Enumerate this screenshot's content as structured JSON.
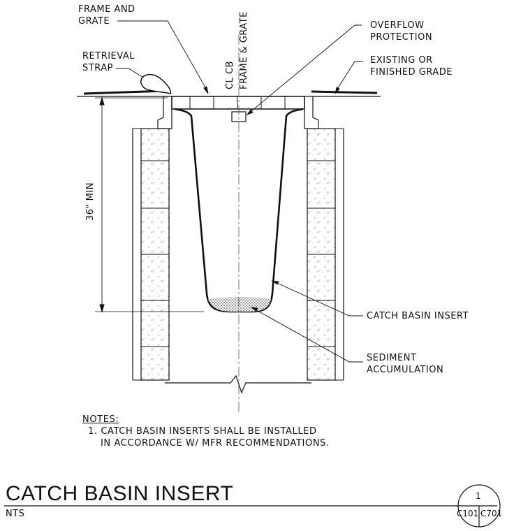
{
  "labels": {
    "frame_grate": [
      "FRAME AND",
      "GRATE"
    ],
    "retrieval_strap": [
      "RETRIEVAL",
      "STRAP"
    ],
    "overflow": [
      "OVERFLOW",
      "PROTECTION"
    ],
    "existing_grade": [
      "EXISTING OR",
      "FINISHED GRADE"
    ],
    "centerline": [
      "CL CB",
      "FRAME & GRATE"
    ],
    "depth": "36\" MIN",
    "insert": "CATCH BASIN INSERT",
    "sediment": [
      "SEDIMENT",
      "ACCUMULATION"
    ]
  },
  "notes": {
    "heading": "NOTES:",
    "line1": "1. CATCH BASIN INSERTS SHALL BE INSTALLED",
    "line2": "IN ACCORDANCE W/ MFR RECOMMENDATIONS."
  },
  "title_block": {
    "title": "CATCH BASIN INSERT",
    "scale": "NTS",
    "detail_number": "1",
    "sheet_left": "C101",
    "sheet_right": "C701"
  }
}
